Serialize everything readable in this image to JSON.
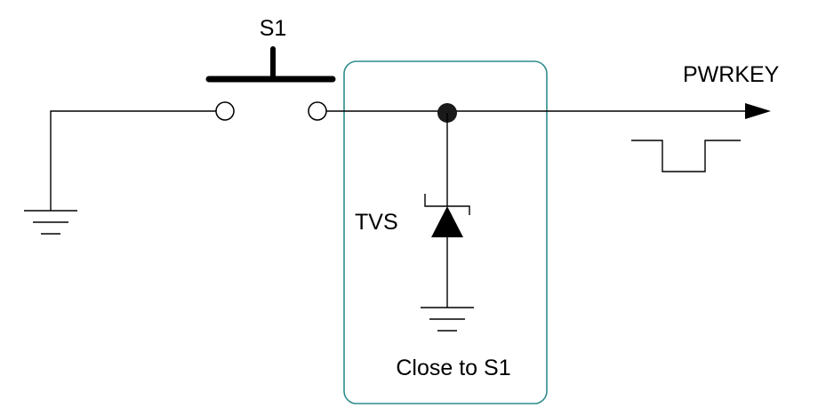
{
  "labels": {
    "switch": "S1",
    "output_net": "PWRKEY",
    "diode": "TVS",
    "placement_note": "Close to S1"
  },
  "colors": {
    "line": "#000000",
    "highlight_box": "#2e8b8b",
    "background": "#ffffff"
  },
  "components": {
    "switch": "push-button",
    "diode": "tvs-diode",
    "ground_symbols": 2,
    "output_pulse": "active-low"
  }
}
